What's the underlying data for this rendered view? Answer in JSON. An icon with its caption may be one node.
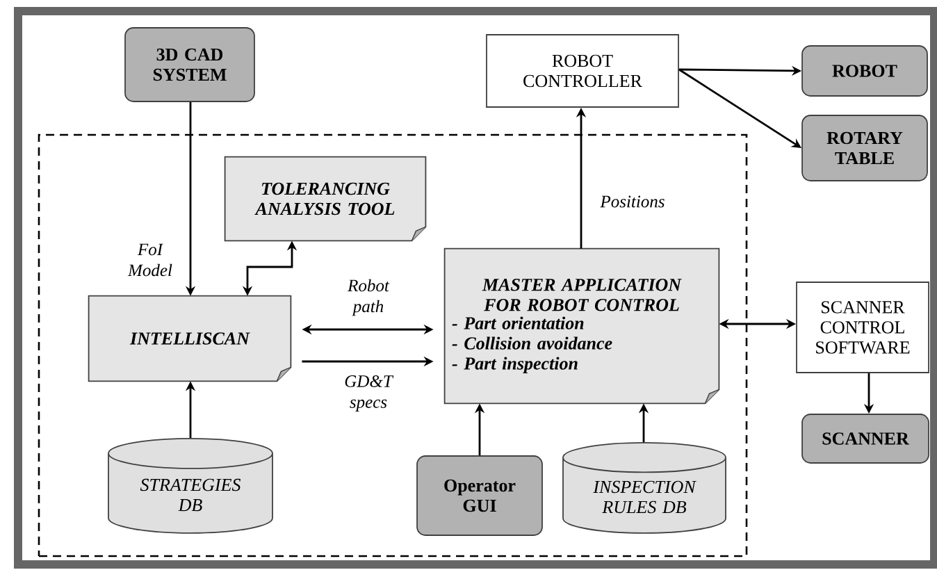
{
  "diagram": {
    "nodes": [
      {
        "text": [
          "3D CAD SYSTEM"
        ]
      },
      {
        "text": [],
        "shape": "box"
      },
      {
        "text": [
          "ROBOT CONTROLLER"
        ]
      },
      {
        "text": [
          "ROBOT"
        ]
      },
      {
        "text": [
          "ROTARY TABLE"
        ]
      },
      {
        "text": [
          "TOLERANCING ANALYSIS TOOL"
        ],
        "in": 1
      },
      {
        "text": [
          "INTELLISCAN"
        ],
        "in": 1
      },
      {
        "text": [
          "MASTER APPLICATION FOR ROBOT CONTROL",
          "- Part orientation",
          "- Collision avoidance",
          "- Part inspection"
        ],
        "in": 1
      },
      {
        "text": [
          "SCANNER CONTROL SOFTWARE"
        ]
      },
      {
        "text": [
          "SCANNER"
        ]
      },
      {
        "text": [
          "STRATEGIES DB"
        ],
        "in": 1
      },
      {
        "text": [
          "Operator GUI"
        ],
        "in": 1
      },
      {
        "text": [
          "INSPECTION RULES DB"
        ],
        "in": 1
      }
    ],
    "edges": [
      {
        "from": 0,
        "to": 6,
        "arrow": "to",
        "label": "FoI Model"
      },
      {
        "from": 5,
        "to": 6,
        "arrow": "both"
      },
      {
        "from": 6,
        "to": 7,
        "arrow": "both",
        "label": "Robot path"
      },
      {
        "from": 6,
        "to": 7,
        "arrow": "to",
        "label": "GD&T specs"
      },
      {
        "from": 7,
        "to": 2,
        "arrow": "to",
        "label": "Positions"
      },
      {
        "from": 2,
        "to": 3,
        "arrow": "to"
      },
      {
        "from": 2,
        "to": 4,
        "arrow": "to"
      },
      {
        "from": 7,
        "to": 8,
        "arrow": "both"
      },
      {
        "from": 8,
        "to": 9,
        "arrow": "to"
      },
      {
        "from": 10,
        "to": 6,
        "arrow": "to"
      },
      {
        "from": 11,
        "to": 7,
        "arrow": "to"
      },
      {
        "from": 12,
        "to": 7,
        "arrow": "to"
      }
    ]
  }
}
